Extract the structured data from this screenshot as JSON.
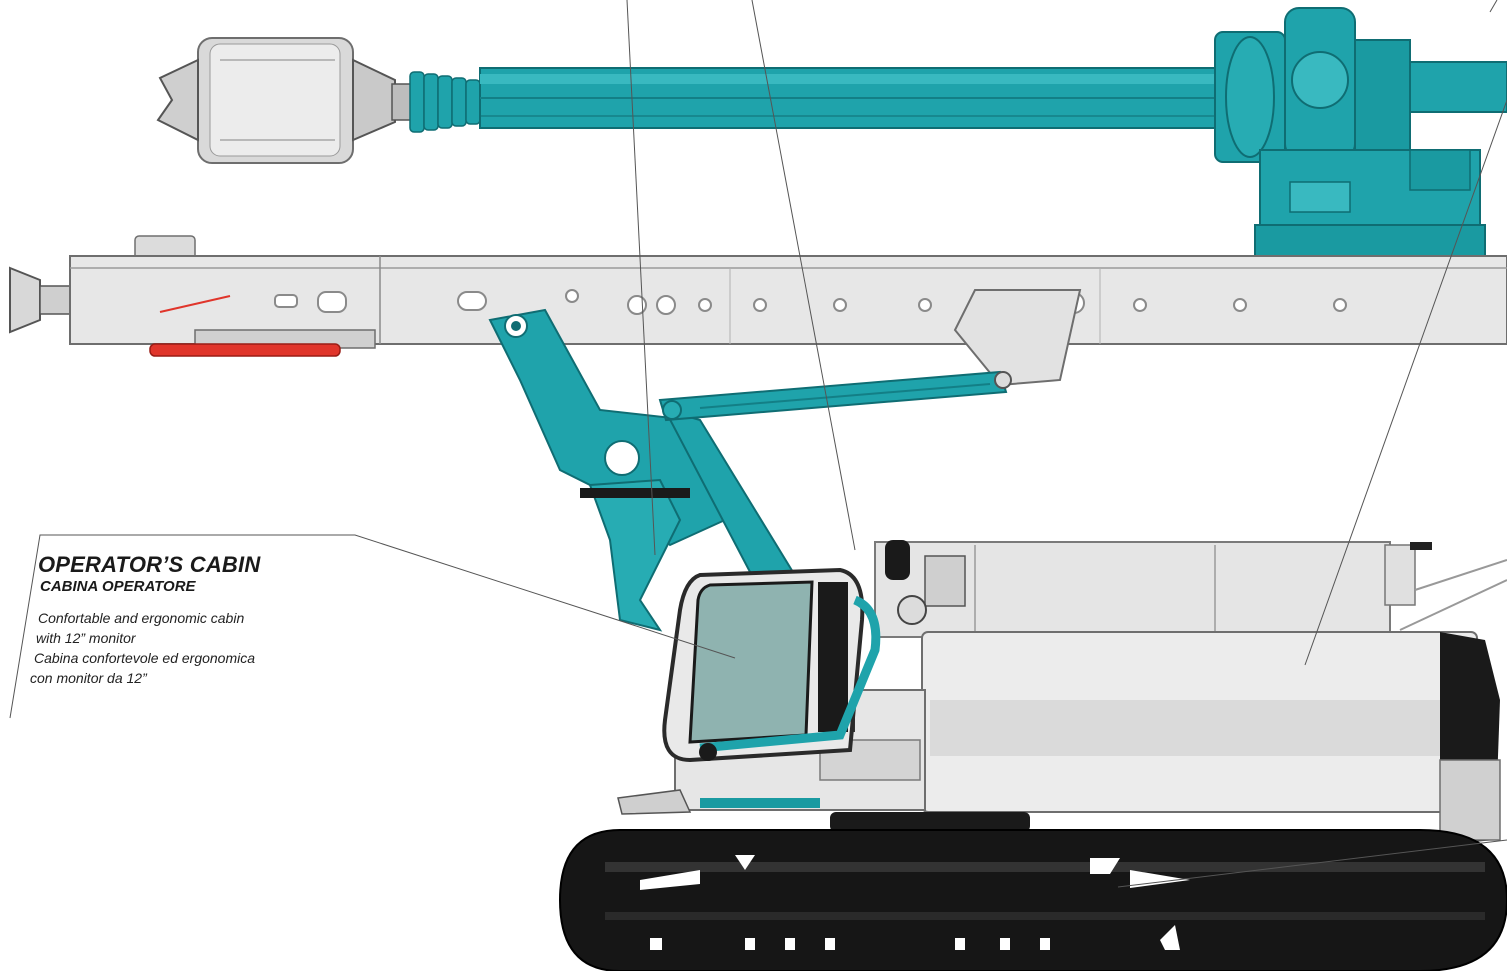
{
  "callout": {
    "title_en": "OPERATOR’S CABIN",
    "title_it": "CABINA OPERATORE",
    "description_lines": [
      "Confortable and ergonomic cabin",
      "with 12” monitor",
      "Cabina confortevole ed ergonomica",
      "con monitor da 12”"
    ]
  },
  "colors": {
    "accent_teal": "#1fa3ab",
    "accent_teal_dark": "#137f86",
    "body_grey": "#e4e4e4",
    "outline_grey": "#7a7a7a",
    "track_black": "#141414",
    "hydraulic_red": "#e0352b",
    "cabin_glass": "#8fb3b0",
    "leader_line": "#555555"
  }
}
